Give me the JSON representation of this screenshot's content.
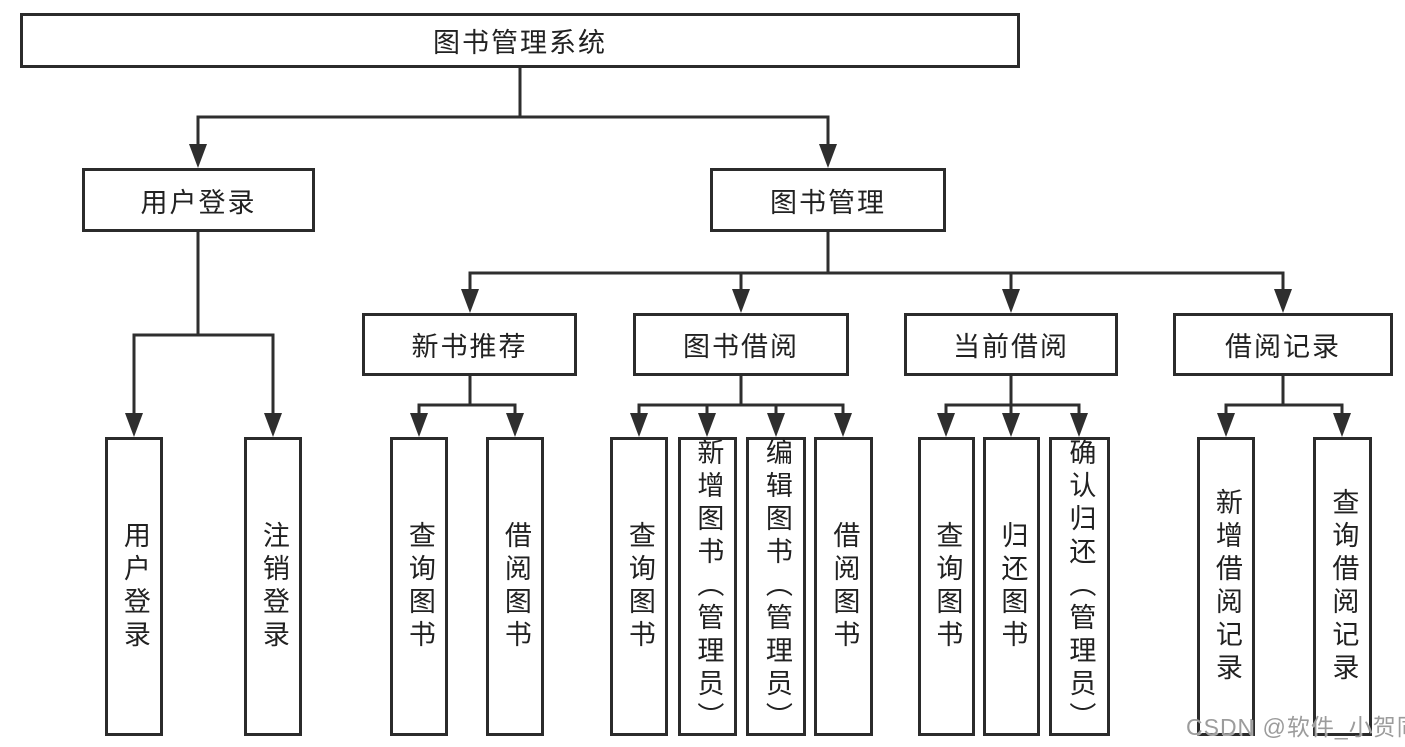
{
  "tree": {
    "label": "图书管理系统",
    "children": [
      {
        "label": "用户登录",
        "children": [
          {
            "label": "用户登录"
          },
          {
            "label": "注销登录"
          }
        ]
      },
      {
        "label": "图书管理",
        "children": [
          {
            "label": "新书推荐",
            "children": [
              {
                "label": "查询图书"
              },
              {
                "label": "借阅图书"
              }
            ]
          },
          {
            "label": "图书借阅",
            "children": [
              {
                "label": "查询图书"
              },
              {
                "label": "新增图书（管理员）"
              },
              {
                "label": "编辑图书（管理员）"
              },
              {
                "label": "借阅图书"
              }
            ]
          },
          {
            "label": "当前借阅",
            "children": [
              {
                "label": "查询图书"
              },
              {
                "label": "归还图书"
              },
              {
                "label": "确认归还（管理员）"
              }
            ]
          },
          {
            "label": "借阅记录",
            "children": [
              {
                "label": "新增借阅记录"
              },
              {
                "label": "查询借阅记录"
              }
            ]
          }
        ]
      }
    ]
  },
  "watermark": {
    "text": "CSDN @软件_小贺同学"
  },
  "colors": {
    "border": "#2b2b2b",
    "text": "#212121",
    "line": "#2e2e2e",
    "watermark": "#9c9c9c",
    "background": "#ffffff"
  }
}
